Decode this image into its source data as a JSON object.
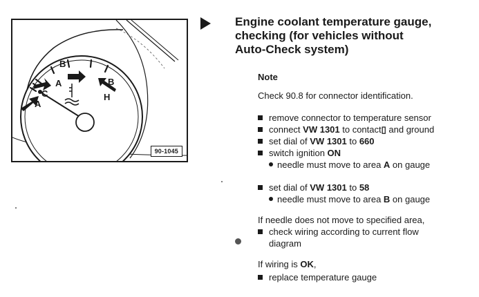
{
  "figure": {
    "label": "90-1045",
    "markers": {
      "a_lower": "A",
      "a_upper": "A",
      "c": "C",
      "b": "B",
      "b_right": "B",
      "h": "H"
    }
  },
  "title_lines": [
    "Engine coolant temperature gauge,",
    "checking (for vehicles without",
    "Auto-Check system)"
  ],
  "note": {
    "heading": "Note",
    "text": "Check 90.8 for connector identification."
  },
  "steps": {
    "s1": "remove connector to temperature sensor",
    "s2_pre": "connect ",
    "s2_bold": "VW 1301",
    "s2_post": " to contact",
    "s2_glyph": "▯",
    "s2_end": " and ground",
    "s3_pre": "set dial of ",
    "s3_bold": "VW 1301",
    "s3_mid": " to ",
    "s3_val": "660",
    "s4_pre": "switch ignition ",
    "s4_bold": "ON",
    "s5_pre": "needle must move to area ",
    "s5_bold": "A",
    "s5_post": " on gauge"
  },
  "steps2": {
    "s6_pre": "set dial of ",
    "s6_bold": "VW 1301",
    "s6_mid": " to ",
    "s6_val": "58",
    "s7_pre": "needle must move to area ",
    "s7_bold": "B",
    "s7_post": " on gauge"
  },
  "fail": {
    "line1": "If needle does not move to specified area,",
    "line2": "check wiring according to current flow",
    "line3": "diagram"
  },
  "ok": {
    "pre": "If wiring is ",
    "bold": "OK",
    "post": ",",
    "step": "replace temperature gauge"
  }
}
